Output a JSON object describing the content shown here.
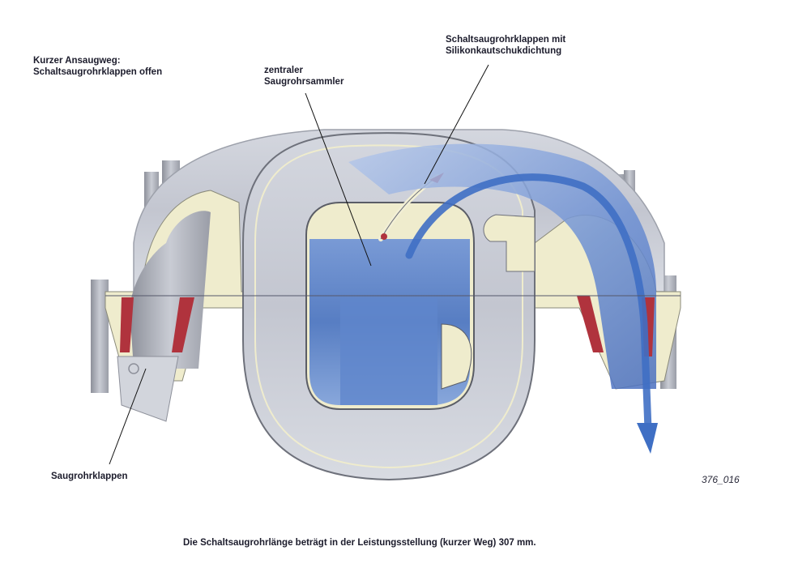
{
  "labels": {
    "short_path": "Kurzer Ansaugweg:\nSchaltsaugrohrklappen offen",
    "central_manifold": "zentraler\nSaugrohrsammler",
    "flaps_with_seal": "Schaltsaugrohrklappen mit\nSilikonkautschukdichtung",
    "runner_flaps": "Saugrohrklappen"
  },
  "figure_id": "376_016",
  "caption": "Die Schaltsaugrohrlänge beträgt in der Leistungsstellung (kurzer Weg) 307 mm.",
  "colors": {
    "housing_grey": "#b9bdc8",
    "section_cream": "#efeccd",
    "airflow_blue": "#3f6fc4",
    "seal_red": "#b0333d"
  }
}
